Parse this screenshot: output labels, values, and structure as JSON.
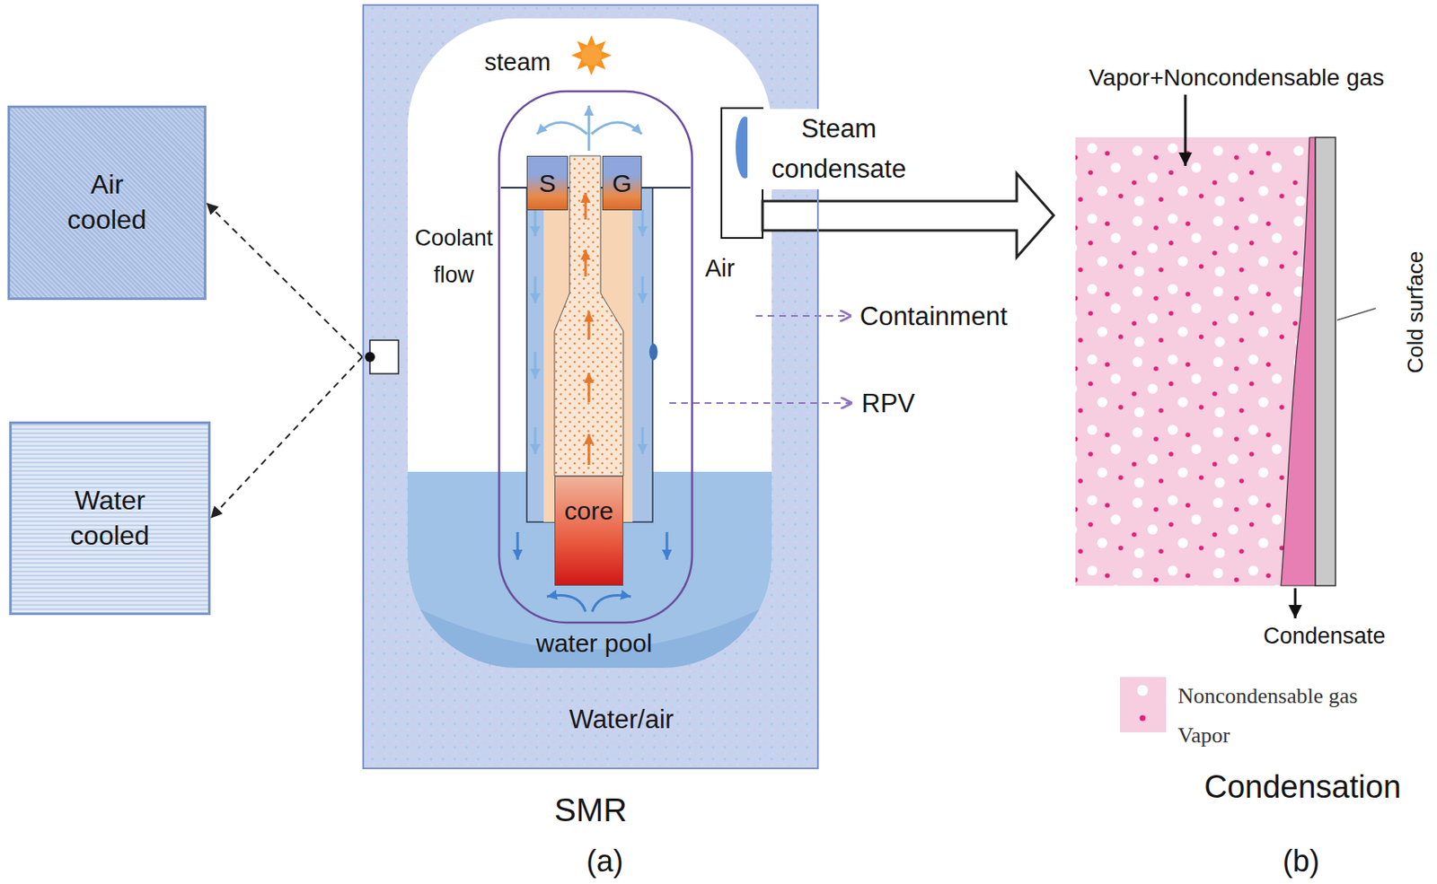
{
  "diagram": {
    "nodes": [
      {
        "text": [
          "Air cooled"
        ]
      },
      {
        "text": [
          "Water cooled"
        ]
      },
      {
        "text": [
          "SMR"
        ]
      },
      {
        "text": [
          "S"
        ],
        "in": 2
      },
      {
        "text": [
          "G"
        ],
        "in": 2
      },
      {
        "text": [
          "core"
        ],
        "in": 2
      }
    ],
    "edges": [
      {
        "from": 2,
        "to": 0,
        "arrow": "to"
      },
      {
        "from": 2,
        "to": 1,
        "arrow": "to"
      }
    ],
    "labels": [
      "steam",
      "Coolant flow",
      "Air",
      "Steam condensate",
      "Containment",
      "RPV",
      "water pool",
      "Water/air",
      "(a)",
      "Vapor+Noncondensable gas",
      "Cold surface",
      "Condensate",
      "Condensation",
      "(b)"
    ],
    "legend": [
      {
        "text": "Noncondensable gas"
      },
      {
        "text": "Vapor"
      }
    ]
  }
}
